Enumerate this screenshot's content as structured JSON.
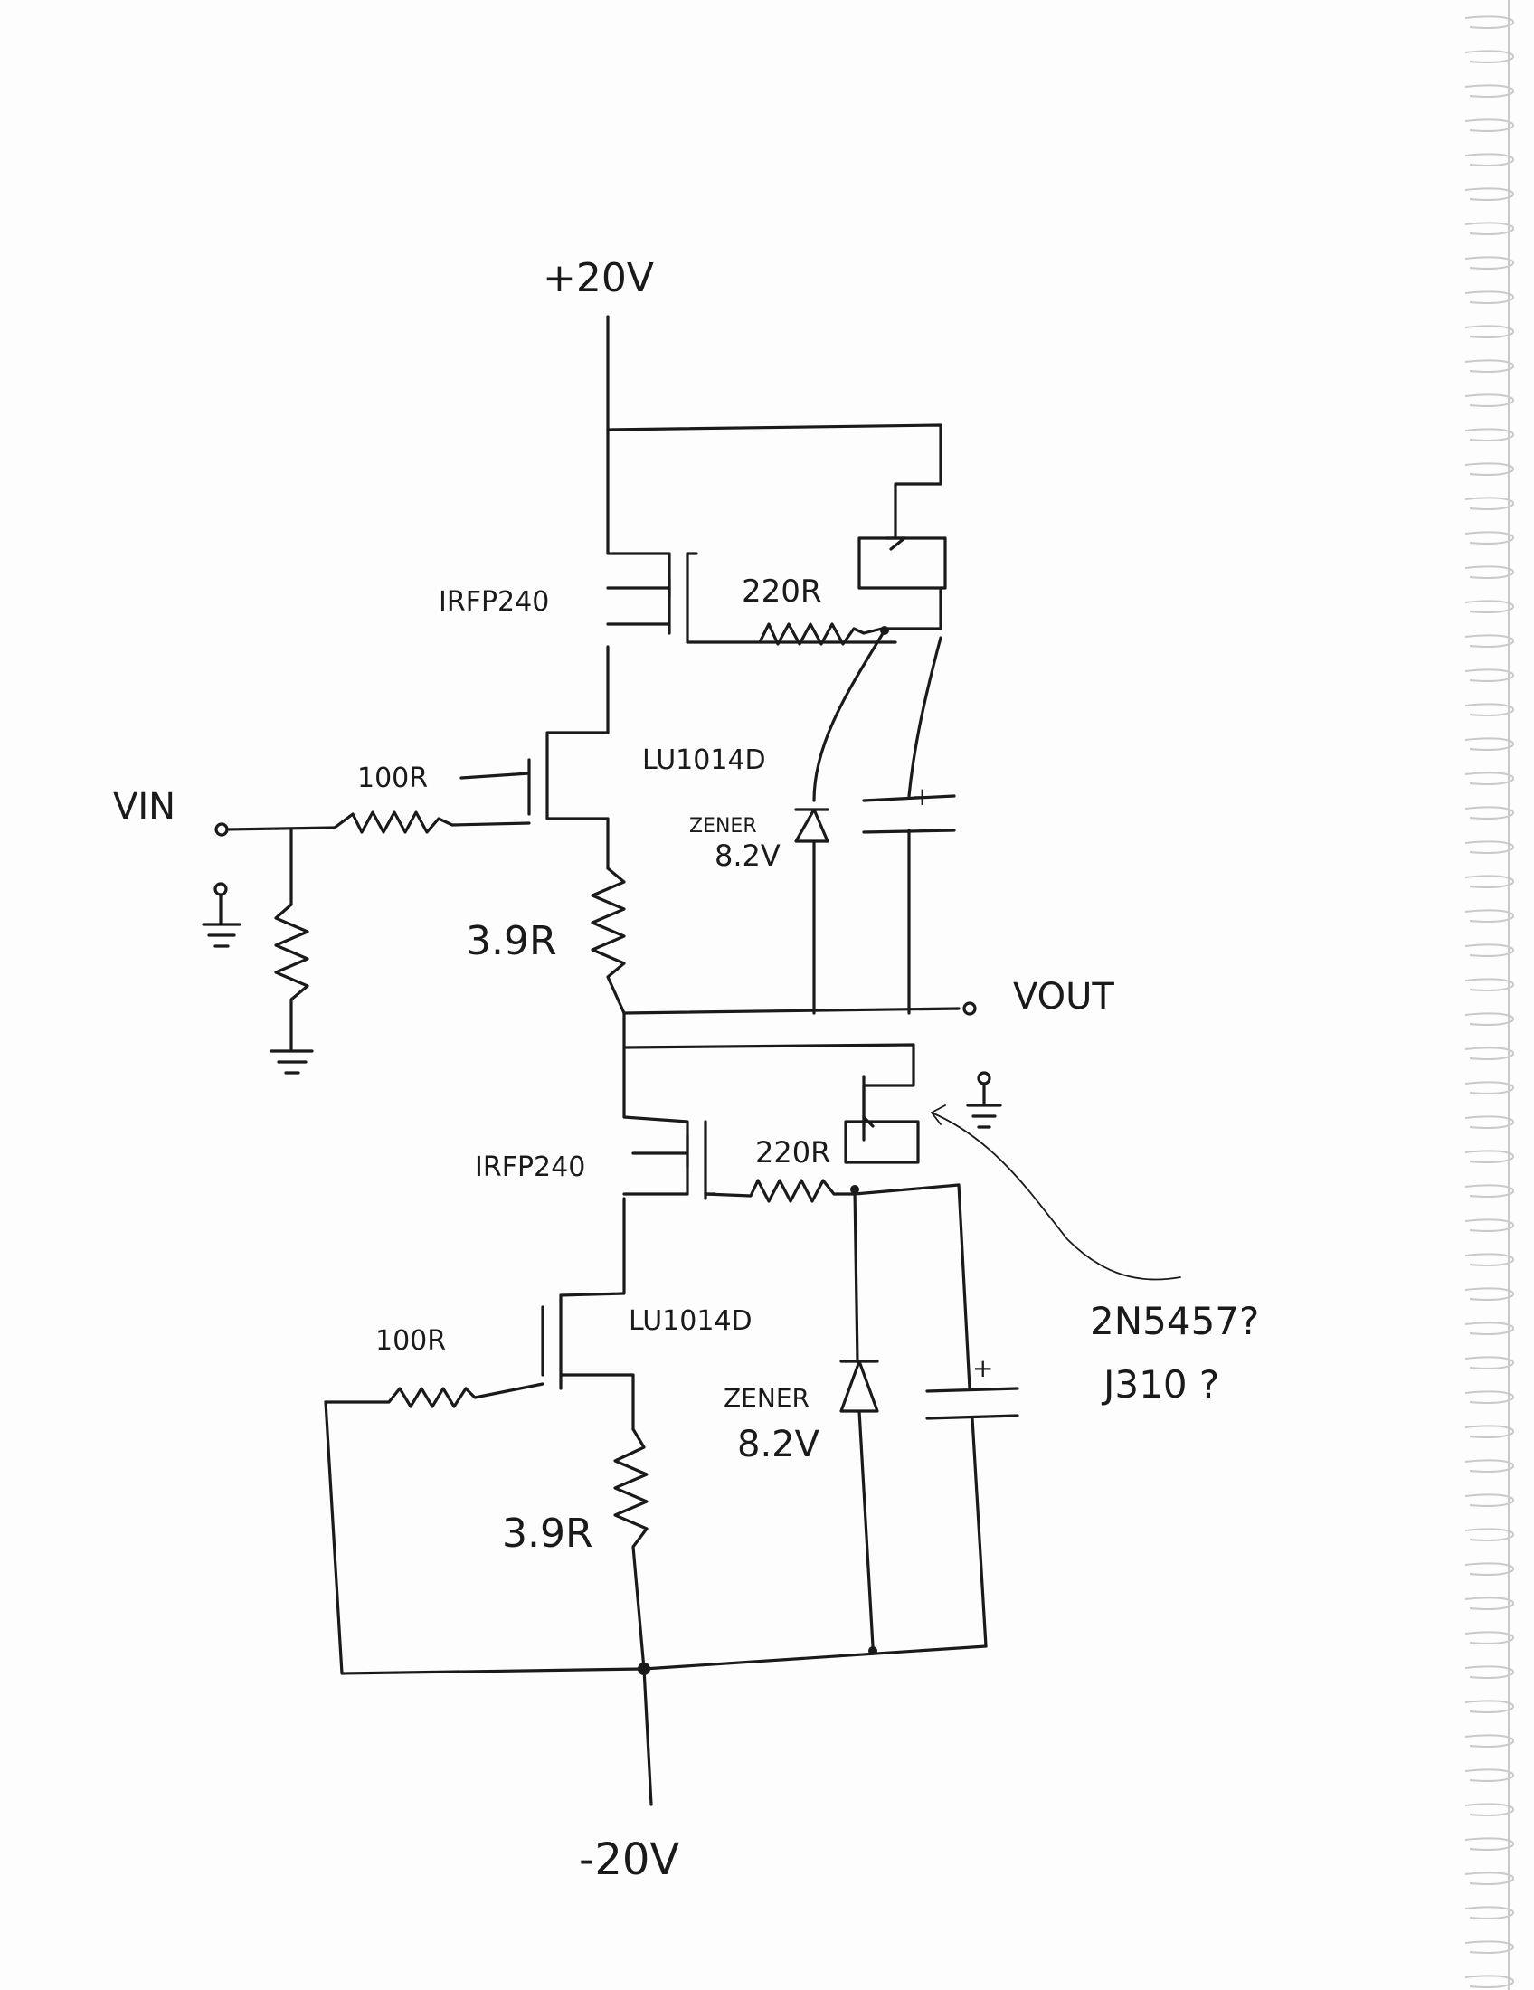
{
  "labels": {
    "supply_pos": "+20V",
    "supply_neg": "-20V",
    "vin": "VIN",
    "vout": "VOUT",
    "top_mosfet": "IRFP240",
    "top_gate_res": "220R",
    "top_lu": "LU1014D",
    "top_in_res": "100R",
    "top_zener_1": "ZENER",
    "top_zener_2": "8.2V",
    "top_src_res": "3.9R",
    "bot_mosfet": "IRFP240",
    "bot_gate_res": "220R",
    "bot_lu": "LU1014D",
    "bot_in_res": "100R",
    "bot_zener_1": "ZENER",
    "bot_zener_2": "8.2V",
    "bot_src_res": "3.9R",
    "cap_plus_top": "+",
    "cap_plus_bot": "+",
    "jfet_note_1": "2N5457?",
    "jfet_note_2": "J310 ?"
  }
}
